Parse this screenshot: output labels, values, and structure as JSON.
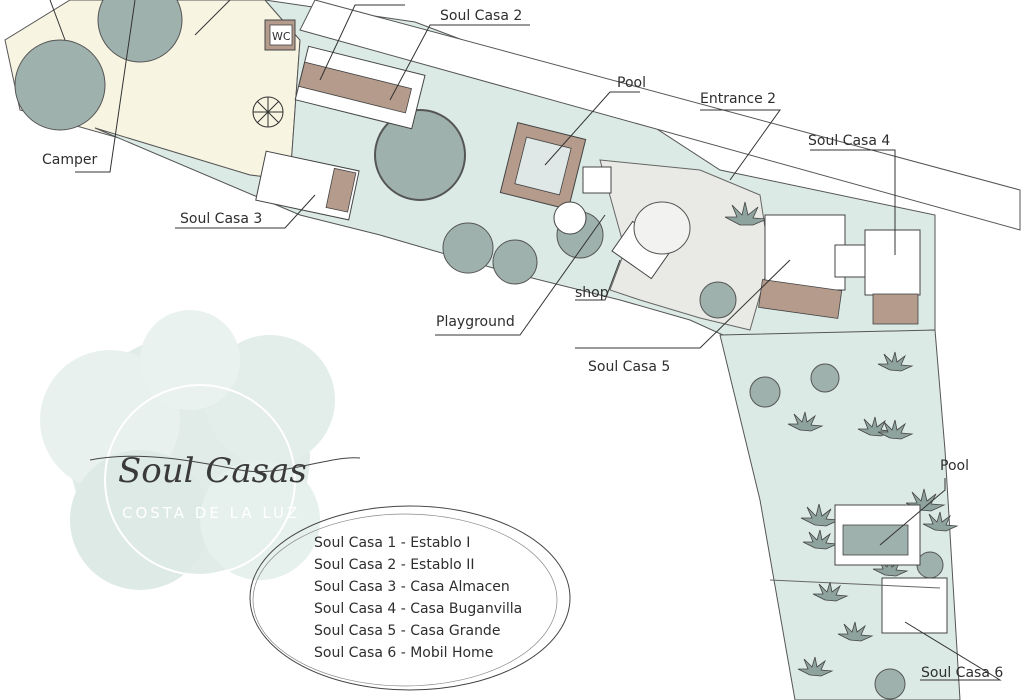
{
  "labels": {
    "soul_casa_2": "Soul Casa 2",
    "pool_top": "Pool",
    "entrance_2": "Entrance 2",
    "soul_casa_4": "Soul Casa 4",
    "camper": "Camper",
    "soul_casa_3": "Soul Casa 3",
    "wc": "WC",
    "shop": "shop",
    "playground": "Playground",
    "soul_casa_5": "Soul Casa 5",
    "pool_bottom": "Pool",
    "soul_casa_6": "Soul Casa 6"
  },
  "logo": {
    "script": "Soul Casas",
    "subtitle": "COSTA DE LA LUZ"
  },
  "legend": [
    "Soul Casa 1  -  Establo I",
    "Soul Casa 2  -  Establo II",
    "Soul Casa 3  -  Casa Almacen",
    "Soul Casa 4  -  Casa Buganvilla",
    "Soul Casa 5  -  Casa Grande",
    "Soul Casa 6  -  Mobil Home"
  ],
  "colors": {
    "lawn": "#dbeae5",
    "camp_area": "#f7f4e2",
    "paved": "#e9e9e6",
    "tree": "#9fb1ad",
    "wood": "#b49b8c",
    "outline": "#444444"
  },
  "icons": [
    "tree-icon",
    "palm-icon",
    "umbrella-icon"
  ]
}
